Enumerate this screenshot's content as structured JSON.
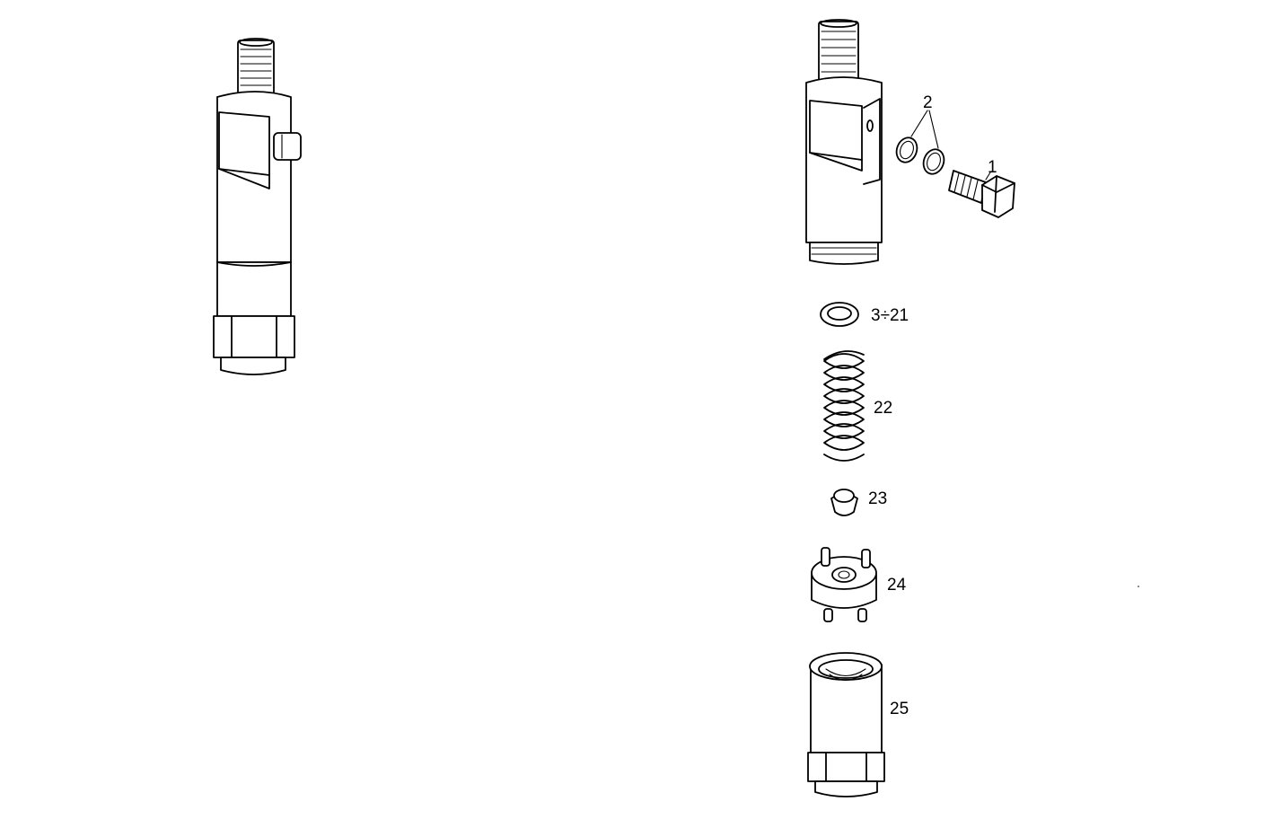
{
  "callouts": {
    "c1": "1",
    "c2": "2",
    "c3": "3÷21",
    "c22": "22",
    "c23": "23",
    "c24": "24",
    "c25": "25"
  }
}
